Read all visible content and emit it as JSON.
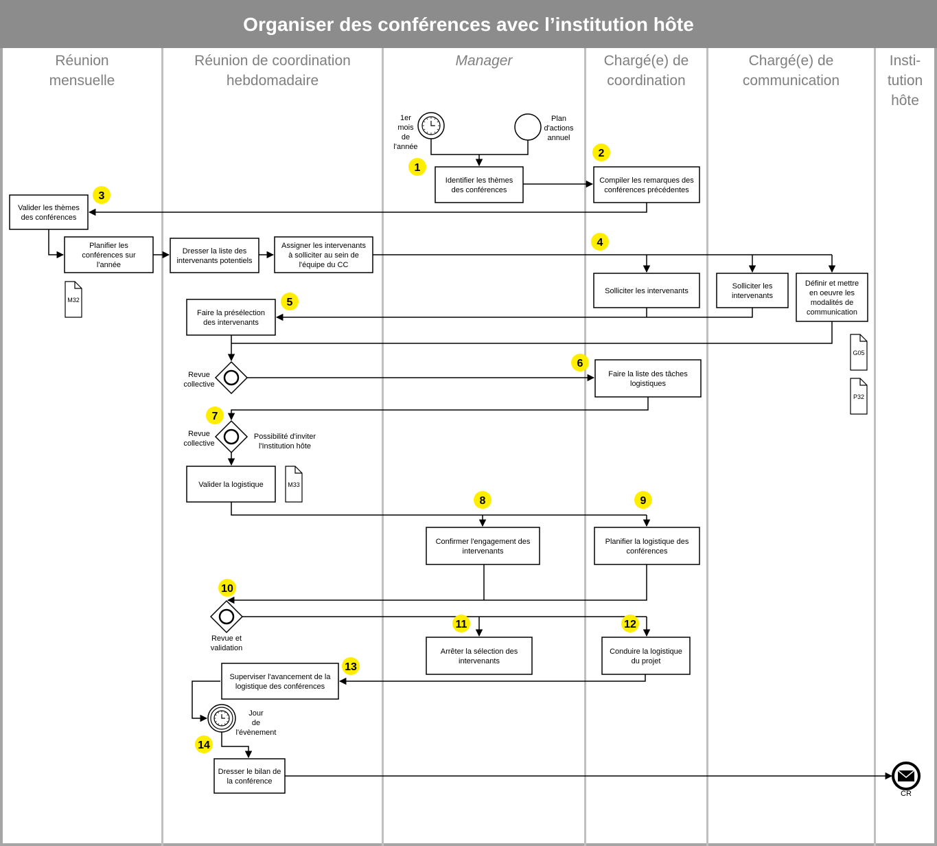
{
  "title": "Organiser des conférences avec l’institution hôte",
  "lanes": [
    "Réunion\nmensuelle",
    "Réunion de coordination\nhebdomadaire",
    "Manager",
    "Chargé(e) de\ncoordination",
    "Chargé(e) de\ncommunication",
    "Insti-\ntution\nhôte"
  ],
  "colors": {
    "title_bg": "#8c8c8c",
    "badge": "#ffee00",
    "lane_divider": "#bfbfbf"
  },
  "tasks": [
    [
      "Identifier les thèmes",
      "des conférences"
    ],
    [
      "Compiler les remarques des",
      "conférences précédentes"
    ],
    [
      "Valider les thèmes",
      "des conférences"
    ],
    [
      "Planifier les",
      "conférences sur",
      "l'année"
    ],
    [
      "Dresser la liste des",
      "intervenants potentiels"
    ],
    [
      "Assigner les intervenants",
      "à solliciter au sein de",
      "l'équipe du CC"
    ],
    [
      "Solliciter les intervenants"
    ],
    [
      "Solliciter les",
      "intervenants"
    ],
    [
      "Définir et mettre",
      "en oeuvre les",
      "modalités de",
      "communication"
    ],
    [
      "Faire la présélection",
      "des intervenants"
    ],
    [
      "Faire la liste des tâches",
      "logistiques"
    ],
    [
      "Valider la logistique"
    ],
    [
      "Confirmer l'engagement des",
      "intervenants"
    ],
    [
      "Planifier la logistique des",
      "conférences"
    ],
    [
      "Arrêter la sélection des",
      "intervenants"
    ],
    [
      "Conduire la logistique",
      "du projet"
    ],
    [
      "Superviser l'avancement de la",
      "logistique des conférences"
    ],
    [
      "Dresser le bilan de",
      "la conférence"
    ]
  ],
  "documents": [
    "M32",
    "G05",
    "P32",
    "M33"
  ],
  "events": {
    "start_timer": [
      "1er",
      "mois",
      "de",
      "l'année"
    ],
    "start_plan": [
      "Plan",
      "d'actions",
      "annuel"
    ],
    "timer_event": [
      "Jour",
      "de",
      "l'évènement"
    ],
    "end_message": "CR"
  },
  "gateways": [
    [
      "Revue",
      "collective"
    ],
    [
      "Revue",
      "collective"
    ],
    [
      "Revue et",
      "validation"
    ]
  ],
  "annotations": [
    [
      "Possibilité d'inviter",
      "l'Institution hôte"
    ]
  ],
  "badges": [
    "1",
    "2",
    "3",
    "4",
    "5",
    "6",
    "7",
    "8",
    "9",
    "10",
    "11",
    "12",
    "13",
    "14"
  ]
}
